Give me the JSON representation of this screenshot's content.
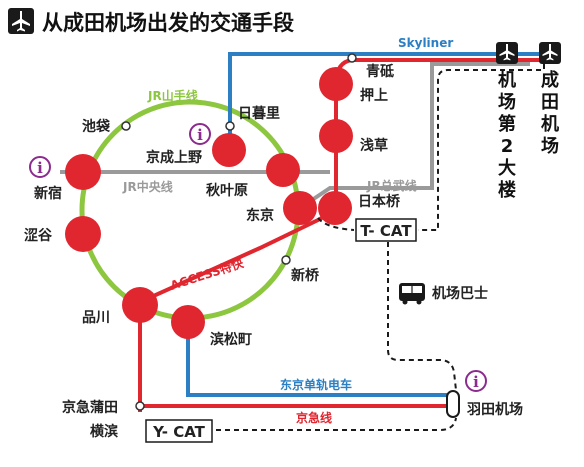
{
  "title": "从成田机场出发的交通手段",
  "colors": {
    "red": "#e0262f",
    "green": "#8dc63f",
    "blue": "#2b7fc2",
    "gray": "#9a9a9a",
    "black": "#1a1a1a",
    "info": "#8b2b8e"
  },
  "lines": {
    "skyliner": "Skyliner",
    "yamanote": "JR山手线",
    "chuo": "JR中央线",
    "sobu": "JR总武线",
    "access": "ACCESS特快",
    "monorail": "东京单轨电车",
    "keikyu": "京急线"
  },
  "stations": {
    "ikebukuro": "池袋",
    "nippori": "日暮里",
    "aoto": "青砥",
    "oshiage": "押上",
    "asakusa": "浅草",
    "keisei_ueno": "京成上野",
    "shinjuku": "新宿",
    "akihabara": "秋叶原",
    "tokyo": "东京",
    "nihombashi": "日本桥",
    "shibuya": "涩谷",
    "shimbashi": "新桥",
    "shinagawa": "品川",
    "hamamatsucho": "滨松町",
    "keikyu_kamata": "京急蒲田",
    "yokohama": "横滨"
  },
  "boxes": {
    "tcat": "T- CAT",
    "ycat": "Y- CAT"
  },
  "airport_bus": "机场巴士",
  "airports": {
    "narita_t2": [
      "机",
      "场",
      "第",
      "2",
      "大",
      "楼"
    ],
    "narita": [
      "成",
      "田",
      "机",
      "场"
    ],
    "haneda": "羽田机场"
  },
  "icons": {
    "title": "airplane-icon",
    "info": "info-icon",
    "bus": "bus-icon"
  },
  "info_glyph": "i"
}
